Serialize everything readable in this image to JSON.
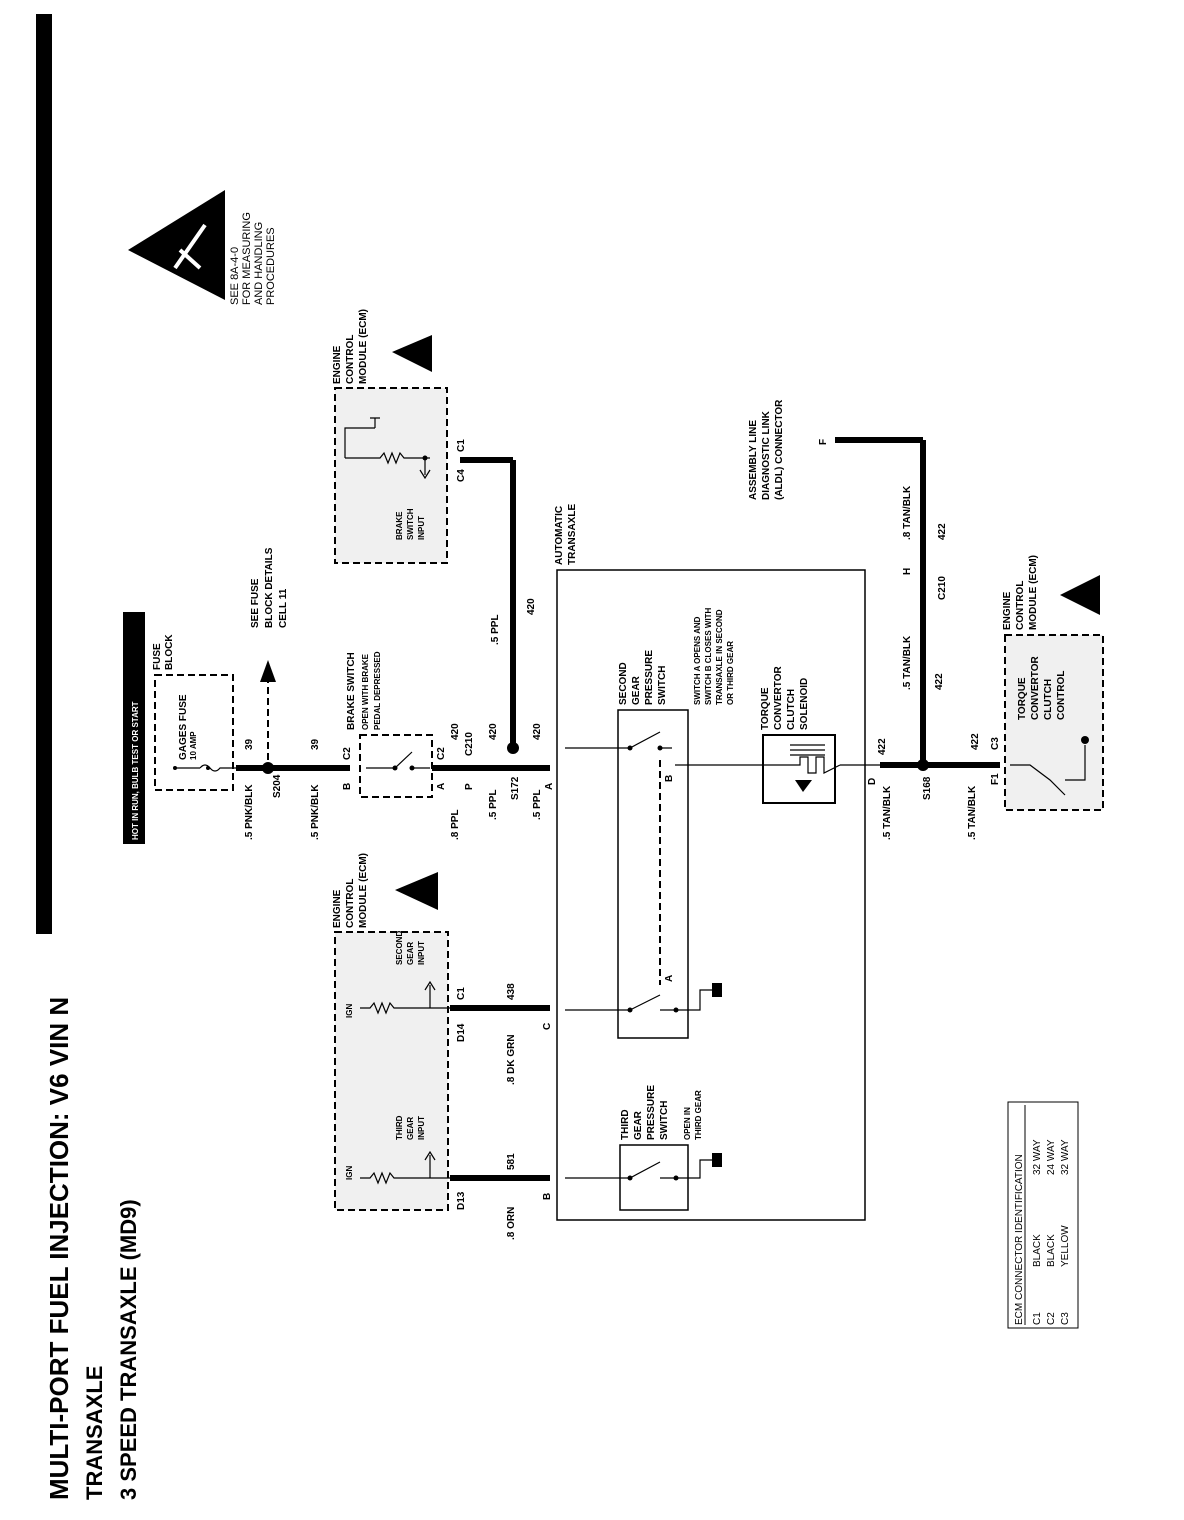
{
  "header": {
    "title": "MULTI-PORT FUEL INJECTION: V6 VIN N",
    "subtitle1": "TRANSAXLE",
    "subtitle2": "3 SPEED TRANSAXLE (MD9)"
  },
  "notes": {
    "esd_line1": "SEE 8A-4-0",
    "esd_line2": "FOR MEASURING",
    "esd_line3": "AND HANDLING",
    "esd_line4": "PROCEDURES",
    "hot_in": "HOT IN RUN, BULB TEST OR START",
    "see_fuse1": "SEE FUSE",
    "see_fuse2": "BLOCK DETAILS",
    "see_fuse3": "CELL 11"
  },
  "components": {
    "ecm_label": [
      "ENGINE",
      "CONTROL",
      "MODULE (ECM)"
    ],
    "fuse_block": [
      "FUSE",
      "BLOCK"
    ],
    "gages_fuse": "GAGES FUSE",
    "fuse_amp": "10 AMP",
    "brake_switch": "BRAKE SWITCH",
    "brake_open1": "OPEN WITH BRAKE",
    "brake_open2": "PEDAL DEPRESSED",
    "brake_input": [
      "BRAKE",
      "SWITCH",
      "INPUT"
    ],
    "auto_trans": [
      "AUTOMATIC",
      "TRANSAXLE"
    ],
    "second_gear_ps": [
      "SECOND",
      "GEAR",
      "PRESSURE",
      "SWITCH"
    ],
    "switch_note": [
      "SWITCH A OPENS AND",
      "SWITCH B CLOSES WITH",
      "TRANSAXLE IN SECOND",
      "OR THIRD GEAR"
    ],
    "tcc": [
      "TORQUE",
      "CONVERTOR",
      "CLUTCH",
      "SOLENOID"
    ],
    "third_gear_ps": [
      "THIRD",
      "GEAR",
      "PRESSURE",
      "SWITCH"
    ],
    "third_open": [
      "OPEN IN",
      "THIRD GEAR"
    ],
    "second_input": [
      "SECOND",
      "GEAR",
      "INPUT"
    ],
    "third_input": [
      "THIRD",
      "GEAR",
      "INPUT"
    ],
    "ign": "IGN",
    "aldl": [
      "ASSEMBLY LINE",
      "DIAGNOSTIC LINK",
      "(ALDL) CONNECTOR"
    ],
    "tcc_control": [
      "TORQUE",
      "CONVERTOR",
      "CLUTCH",
      "CONTROL"
    ]
  },
  "wires": {
    "w39a": ".5 PNK/BLK",
    "n39a": "39",
    "w39b": ".5 PNK/BLK",
    "n39b": "39",
    "s204": "S204",
    "w420a": ".8 PPL",
    "n420a": "420",
    "c210a": "C210",
    "w420b": ".5 PPL",
    "n420b": "420",
    "s172": "S172",
    "w420c": ".5 PPL",
    "n420c": "420",
    "w420d": ".5 PPL",
    "n420d": "420",
    "w422a": ".8 TAN/BLK",
    "n422a": "422",
    "c210b": "C210",
    "w422b": ".5 TAN/BLK",
    "n422b": "422",
    "w422c": ".5 TAN/BLK",
    "n422c": "422",
    "s168": "S168",
    "w422d": ".5 TAN/BLK",
    "n422d": "422",
    "w438": ".8 DK GRN",
    "n438": "438",
    "w581": ".8 ORN",
    "n581": "581"
  },
  "pins": {
    "c1": "C1",
    "c2": "C2",
    "c3": "C3",
    "c4": "C4",
    "a": "A",
    "b": "B",
    "c": "C",
    "d": "D",
    "f": "F",
    "f1": "F1",
    "h": "H",
    "p": "P",
    "d13": "D13",
    "d14": "D14"
  },
  "ecm_table": {
    "title": "ECM CONNECTOR IDENTIFICATION",
    "rows": [
      {
        "conn": "C1",
        "color": "BLACK",
        "way": "32 WAY"
      },
      {
        "conn": "C2",
        "color": "BLACK",
        "way": "24 WAY"
      },
      {
        "conn": "C3",
        "color": "YELLOW",
        "way": "32 WAY"
      }
    ]
  }
}
